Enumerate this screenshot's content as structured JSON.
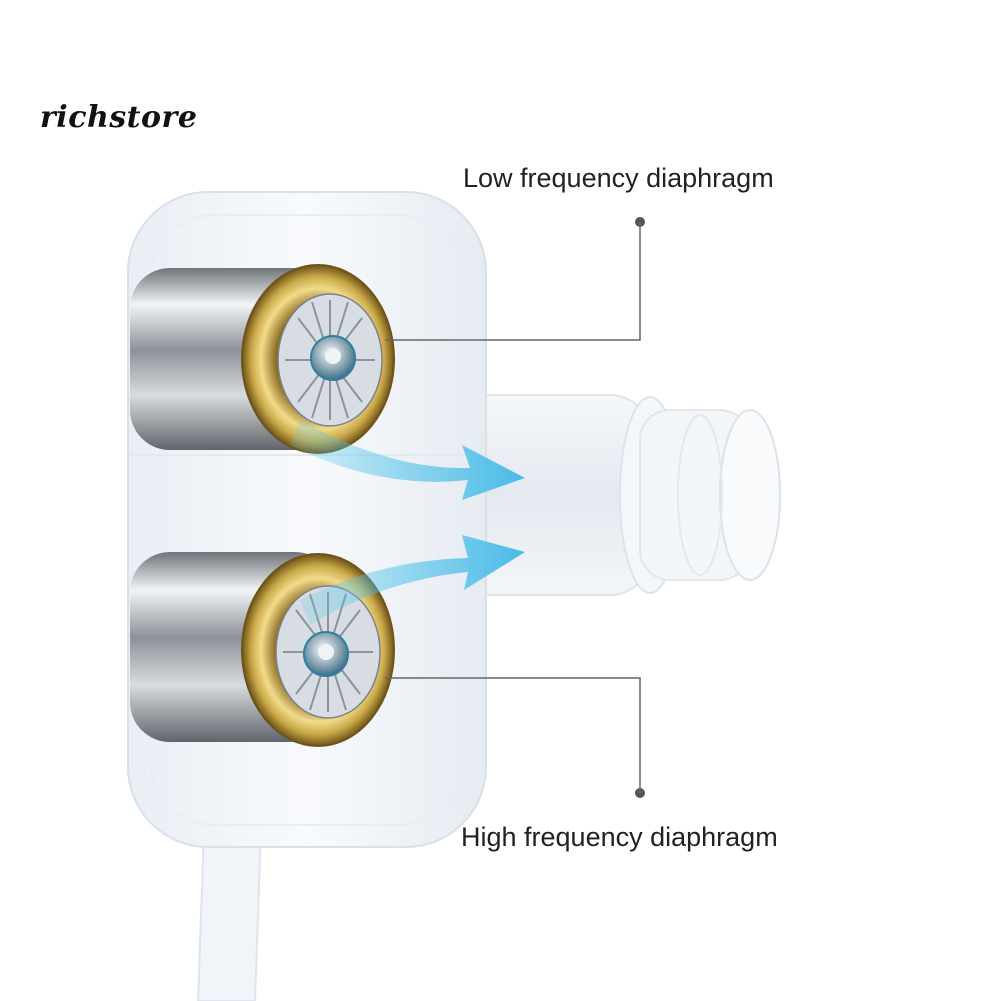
{
  "brand": {
    "text": "richstore"
  },
  "labels": {
    "low": "Low frequency diaphragm",
    "high": "High frequency diaphragm"
  },
  "colors": {
    "housing": "#eef2f7",
    "gold": "#c9a748",
    "chrome": "#9aa0a6",
    "arrow": "#56c7ec",
    "leader": "#555555"
  }
}
